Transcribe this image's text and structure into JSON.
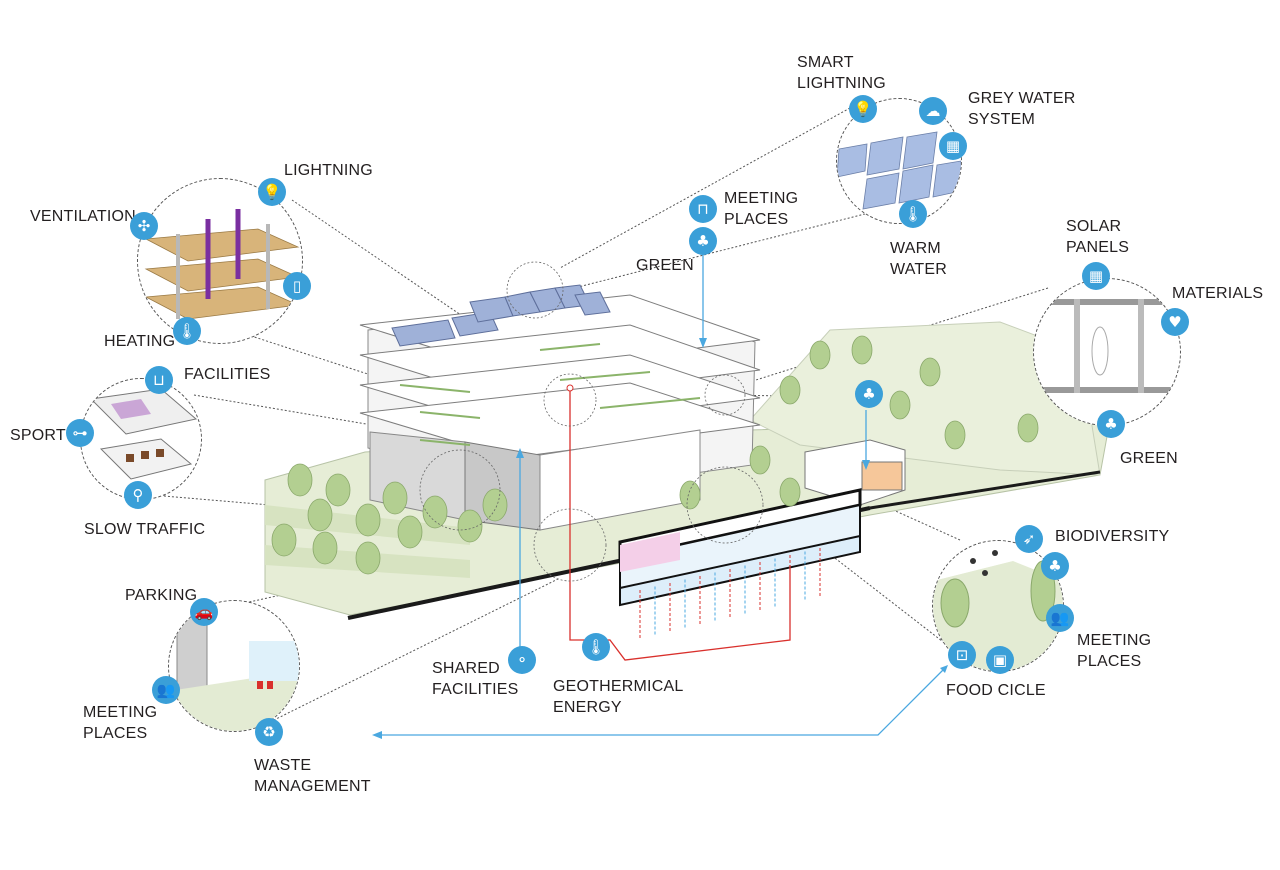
{
  "labels": {
    "smart_lightning": "SMART\nLIGHTNING",
    "grey_water": "GREY WATER\nSYSTEM",
    "lightning": "LIGHTNING",
    "ventilation": "VENTILATION",
    "heating": "HEATING",
    "meeting_places_top": "MEETING\nPLACES",
    "green_top": "GREEN",
    "warm_water": "WARM\nWATER",
    "solar_panels": "SOLAR\nPANELS",
    "materials": "MATERIALS",
    "green_right": "GREEN",
    "facilities": "FACILITIES",
    "sport": "SPORT",
    "slow_traffic": "SLOW TRAFFIC",
    "biodiversity": "BIODIVERSITY",
    "meeting_places_right": "MEETING\nPLACES",
    "food_cicle": "FOOD CICLE",
    "parking": "PARKING",
    "meeting_places_left": "MEETING\nPLACES",
    "waste_management": "WASTE\nMANAGEMENT",
    "shared_facilities": "SHARED\nFACILITIES",
    "geothermical_energy": "GEOTHERMICAL\nENERGY"
  },
  "icons": {
    "smart_lightning": "lightbulb-icon",
    "grey_water": "rain-cloud-icon",
    "solar_top": "solar-panel-icon",
    "warm_water": "thermometer-icon",
    "lightning": "lightbulb-icon",
    "ventilation": "fan-icon",
    "phone": "smartphone-icon",
    "heating": "thermometer-icon",
    "meeting_top": "picnic-table-icon",
    "green_top": "tree-icon",
    "green_arrow": "tree-icon",
    "solar_panels": "solar-panel-icon",
    "materials": "heart-monitor-icon",
    "green_right": "tree-icon",
    "facilities": "shopping-basket-icon",
    "sport": "dumbbell-icon",
    "slow_traffic": "bicycle-icon",
    "biodiversity": "bird-icon",
    "biodiversity_tree": "tree-icon",
    "meeting_right": "people-group-icon",
    "food_1": "compost-bin-icon",
    "food_2": "leaf-bag-icon",
    "parking": "car-icon",
    "meeting_left": "people-group-icon",
    "waste": "recycle-icon",
    "shared": "balloons-icon",
    "geothermal": "thermometer-icon"
  },
  "colors": {
    "icon_blue": "#3a9fd8",
    "cold_arrow": "#4aa8e0",
    "hot_arrow": "#d9302c",
    "ground_green": "#e3ebd3",
    "tree_green": "#a8c883",
    "wood": "#d6b072",
    "duct_purple": "#7a2fa0"
  }
}
